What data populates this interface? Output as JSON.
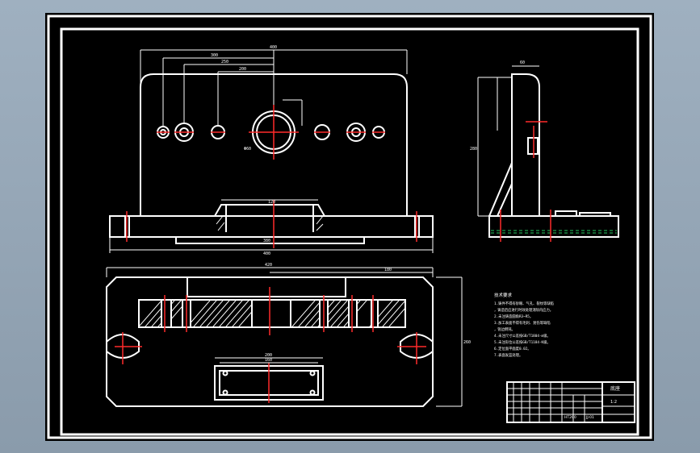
{
  "viewer": {
    "background_color": "#000000",
    "frame_color": "#ffffff",
    "section_color": "#ff2a2a",
    "hidden_line_color": "#22c55e"
  },
  "dimensions": {
    "front_total": "400",
    "front_1": "300",
    "front_2": "250",
    "front_3": "200",
    "base_width": "380",
    "base_total": "400",
    "bore_label": "Φ60",
    "slot_label": "120",
    "side_height": "280",
    "side_top": "60",
    "plan_total": "420",
    "plan_right": "180",
    "plan_depth": "260",
    "plan_slot": "200",
    "plan_slot2": "160"
  },
  "notes": {
    "heading": "技术要求",
    "lines": [
      "1.铸件不得有砂眼、气孔、裂纹等缺陷",
      "  ，铸造后应进行时效处理消除内应力。",
      "2.未注铸造圆角R3~R5。",
      "3.加工表面不得有毛刺、划伤等缺陷",
      "  ，锐边倒钝。",
      "4.未注尺寸公差按GB/T1804-m级。",
      "5.未注形位公差按GB/T1184-K级。",
      "6.定位面平面度0.02。",
      "7.表面发蓝处理。"
    ]
  },
  "title_block": {
    "part_name": "底座",
    "scale": "1:2",
    "material": "HT200",
    "drawing_no": "JJ-01"
  }
}
